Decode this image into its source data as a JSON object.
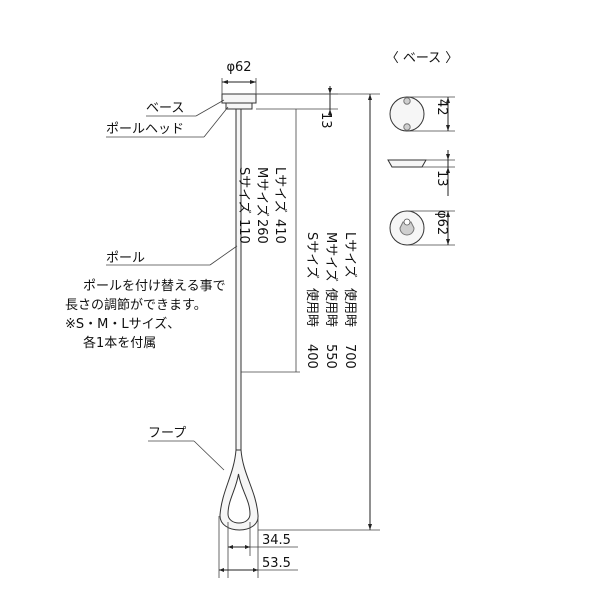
{
  "labels": {
    "base": "ベース",
    "pole_head": "ポールヘッド",
    "pole": "ポール",
    "hoop": "フープ",
    "note_1": "ポールを付け替える事で",
    "note_2": "長さの調節ができます。",
    "note_3": "※S・M・Lサイズ、",
    "note_4": "各1本を付属",
    "side_view_title": "〈 ベース 〉"
  },
  "dimensions": {
    "head_diameter": "φ62",
    "head_height": "13",
    "hoop_inner": "34.5",
    "hoop_outer": "53.5",
    "side_42": "42",
    "side_13": "13",
    "side_phi62": "φ62"
  },
  "pole_sizes": [
    {
      "name": "Sサイズ",
      "value": "110"
    },
    {
      "name": "Mサイズ",
      "value": "260"
    },
    {
      "name": "Lサイズ",
      "value": "410"
    }
  ],
  "usage_lengths": [
    {
      "name": "Sサイズ",
      "use": "使用時",
      "value": "400"
    },
    {
      "name": "Mサイズ",
      "use": "使用時",
      "value": "550"
    },
    {
      "name": "Lサイズ",
      "use": "使用時",
      "value": "700"
    }
  ]
}
